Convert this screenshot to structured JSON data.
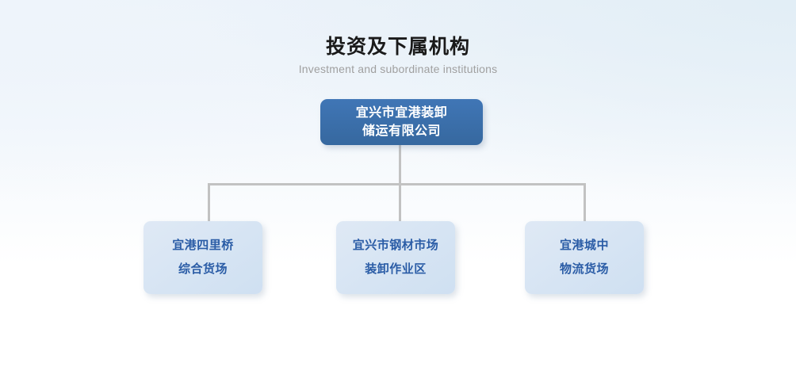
{
  "header": {
    "title": "投资及下属机构",
    "subtitle": "Investment and subordinate institutions"
  },
  "chart": {
    "type": "org-chart",
    "root": {
      "label": "宜兴市宜港装卸\n储运有限公司",
      "line1": "宜兴市宜港装卸",
      "line2": "储运有限公司",
      "bg_color": "#3b70ae",
      "text_color": "#ffffff"
    },
    "children": [
      {
        "line1": "宜港四里桥",
        "line2": "综合货场",
        "bg_color": "#d8e5f3",
        "text_color": "#2a5ca6"
      },
      {
        "line1": "宜兴市钢材市场",
        "line2": "装卸作业区",
        "bg_color": "#d8e5f3",
        "text_color": "#2a5ca6"
      },
      {
        "line1": "宜港城中",
        "line2": "物流货场",
        "bg_color": "#d8e5f3",
        "text_color": "#2a5ca6"
      }
    ],
    "connector_color": "#c2c2c2"
  },
  "colors": {
    "background_top": "#ebf2f9",
    "background_bottom": "#ffffff",
    "title_color": "#1a1a1a",
    "subtitle_color": "#a0a0a0"
  }
}
